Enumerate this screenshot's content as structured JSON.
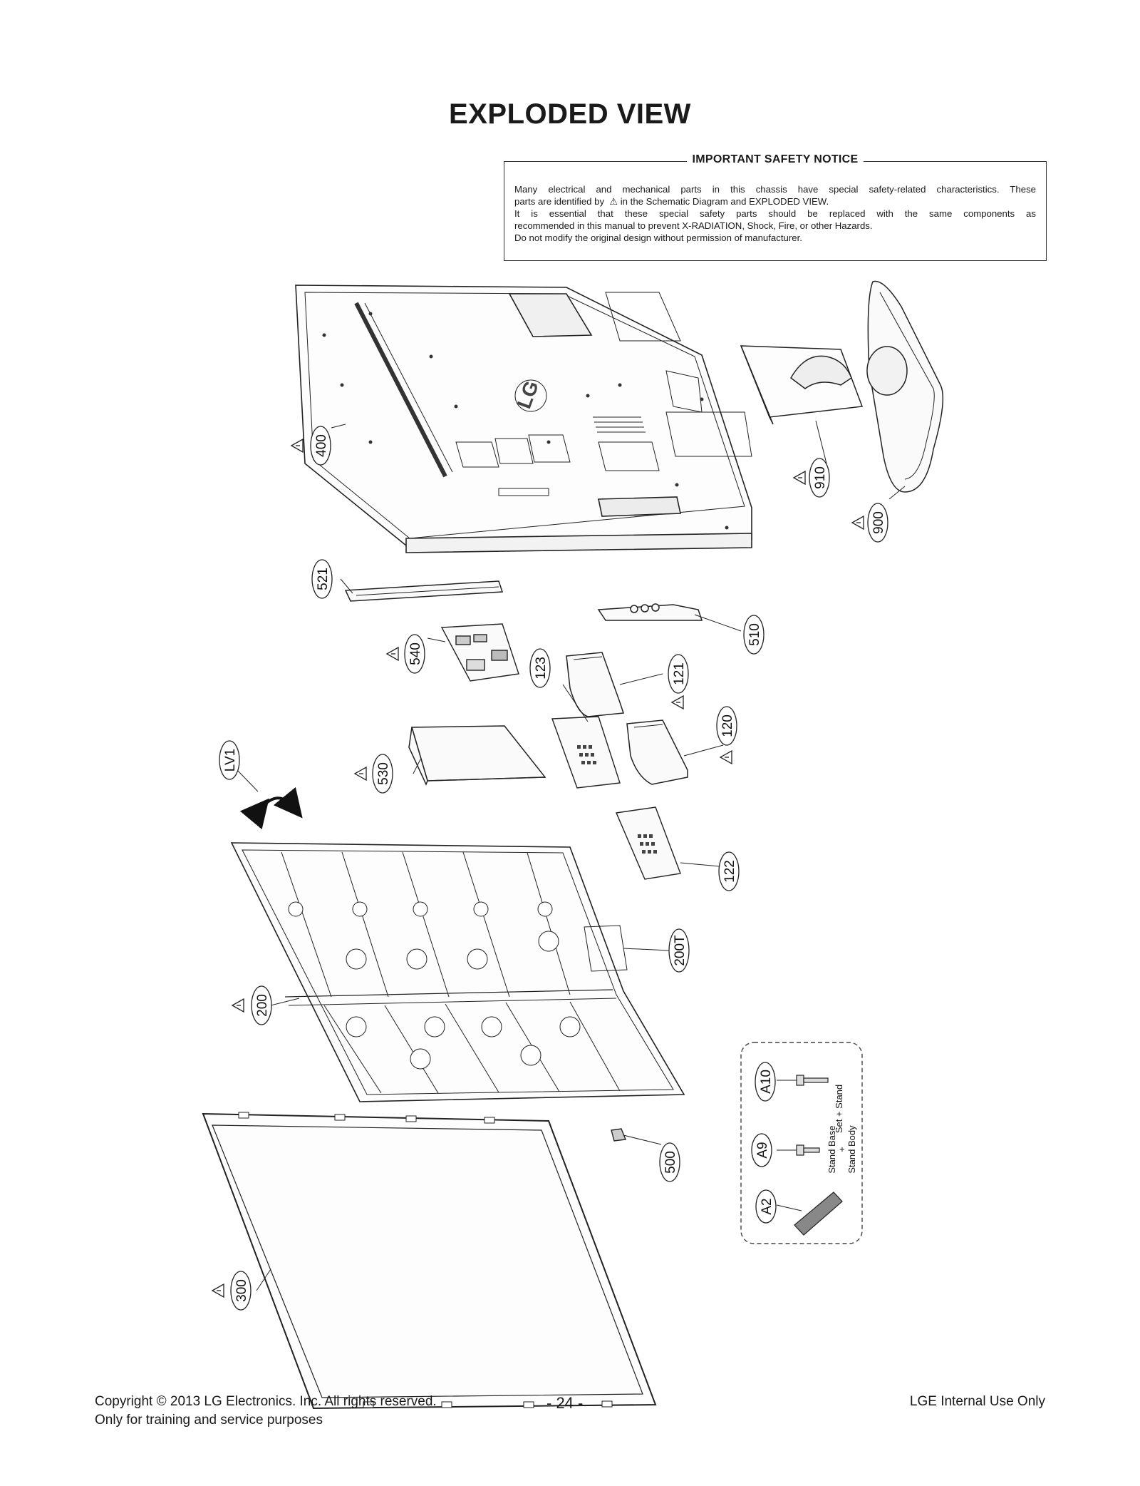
{
  "page": {
    "title": "EXPLODED VIEW",
    "page_number": "- 24 -"
  },
  "notice": {
    "heading": "IMPORTANT SAFETY NOTICE",
    "line1": "Many electrical and mechanical parts in this chassis have special safety-related characteristics. These",
    "line2_pre": "parts are identified by",
    "line2_post": "in the Schematic Diagram and EXPLODED VIEW.",
    "line3": "It is essential that these special safety parts should be replaced with the same components as",
    "line4": "recommended in this manual to prevent X-RADIATION, Shock, Fire, or other Hazards.",
    "line5": "Do not modify the original design without permission of manufacturer."
  },
  "parts": {
    "p400": "400",
    "p910": "910",
    "p900": "900",
    "p521": "521",
    "p510": "510",
    "p540": "540",
    "p123": "123",
    "p121": "121",
    "p120": "120",
    "pLV1": "LV1",
    "p530": "530",
    "p122": "122",
    "p200T": "200T",
    "p200": "200",
    "p500": "500",
    "p300": "300",
    "pA10": "A10",
    "pA9": "A9",
    "pA2": "A2"
  },
  "screw_kit": {
    "set_stand": "Set + Stand",
    "stand_base": "Stand Base",
    "plus": "+",
    "stand_body": "Stand Body"
  },
  "logo_text": "LG",
  "footer": {
    "copyright": "Copyright  © 2013 LG Electronics. Inc. All rights reserved.",
    "purpose": "Only for training and service purposes",
    "internal": "LGE Internal Use Only"
  }
}
